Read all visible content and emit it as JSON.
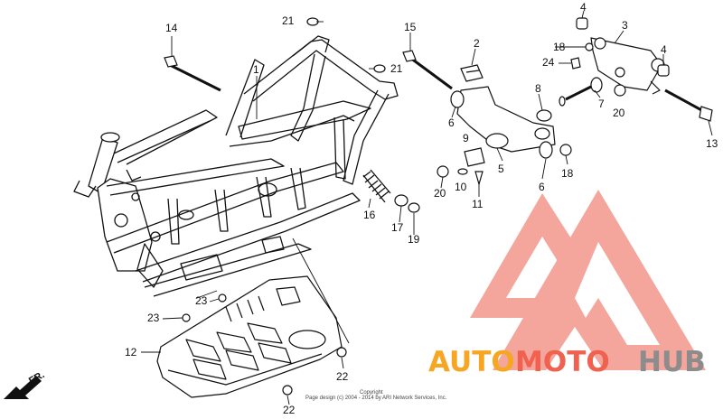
{
  "callouts": {
    "c1": "1",
    "c2": "2",
    "c3": "3",
    "c4a": "4",
    "c4b": "4",
    "c5": "5",
    "c6a": "6",
    "c6b": "6",
    "c7": "7",
    "c8": "8",
    "c9": "9",
    "c10": "10",
    "c11": "11",
    "c12": "12",
    "c13": "13",
    "c14": "14",
    "c15": "15",
    "c16": "16",
    "c17": "17",
    "c18a": "18",
    "c18b": "18",
    "c19": "19",
    "c20a": "20",
    "c20b": "20",
    "c21a": "21",
    "c21b": "21",
    "c22a": "22",
    "c22b": "22",
    "c23a": "23",
    "c23b": "23",
    "c24": "24"
  },
  "direction_label": "FR.",
  "copyright": {
    "line1": "Copyright",
    "line2": "Page design (c) 2004 - 2014 by ARI Network Services, Inc."
  },
  "watermark": {
    "part1": "AUTO",
    "part2": "MOTO",
    "part3": "HUB",
    "color_orange": "#f6a623",
    "color_red": "#f0614f",
    "color_gray": "#8c8c8c",
    "logo_color": "#f27b6e"
  }
}
